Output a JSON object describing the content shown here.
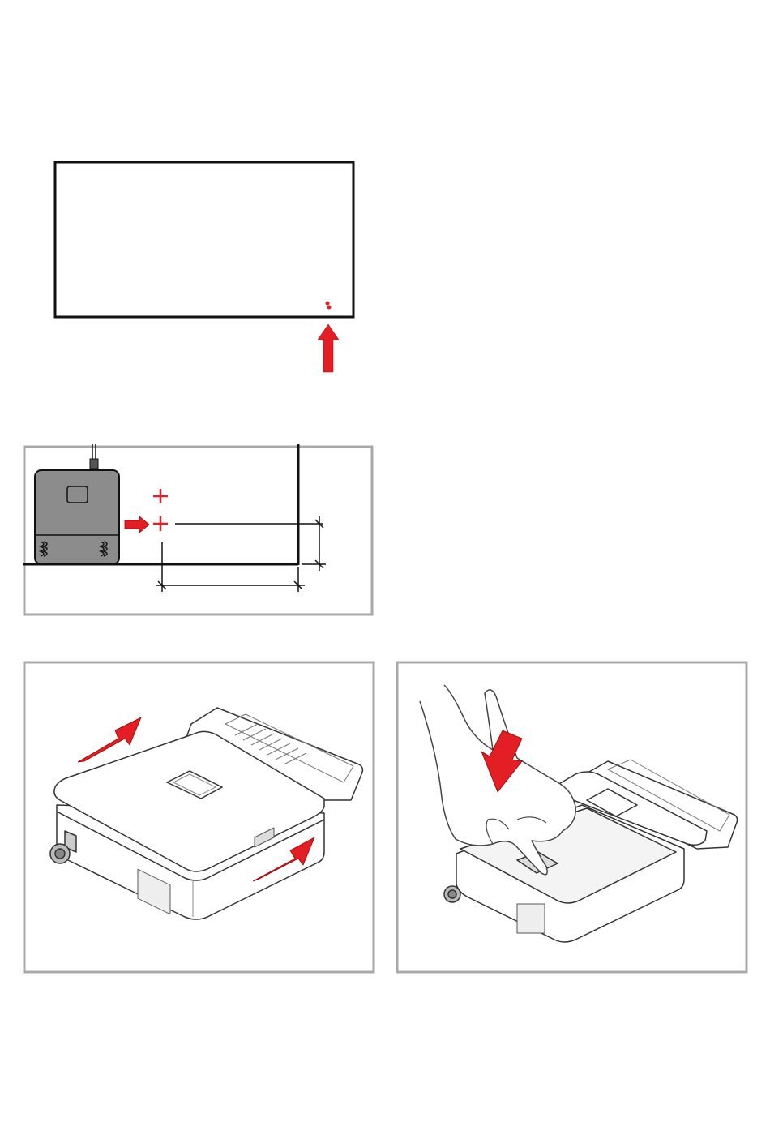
{
  "colors": {
    "accent_red": "#e31e24",
    "outline": "#111111",
    "frame_gray": "#a9a9a9",
    "device_fill": "#8c8c8c",
    "line_gray": "#555555"
  },
  "figures": [
    {
      "id": "tv-screen",
      "icons": [
        "sensor-mark-icon",
        "arrow-up-icon"
      ]
    },
    {
      "id": "mount-position",
      "icons": [
        "receiver-device-icon",
        "crosshair-icon",
        "arrow-right-icon",
        "dimension-line-icon"
      ]
    },
    {
      "id": "slide-device",
      "icons": [
        "arrow-diagonal-icon"
      ]
    },
    {
      "id": "press-release",
      "icons": [
        "hand-icon",
        "arrow-down-icon"
      ]
    }
  ]
}
